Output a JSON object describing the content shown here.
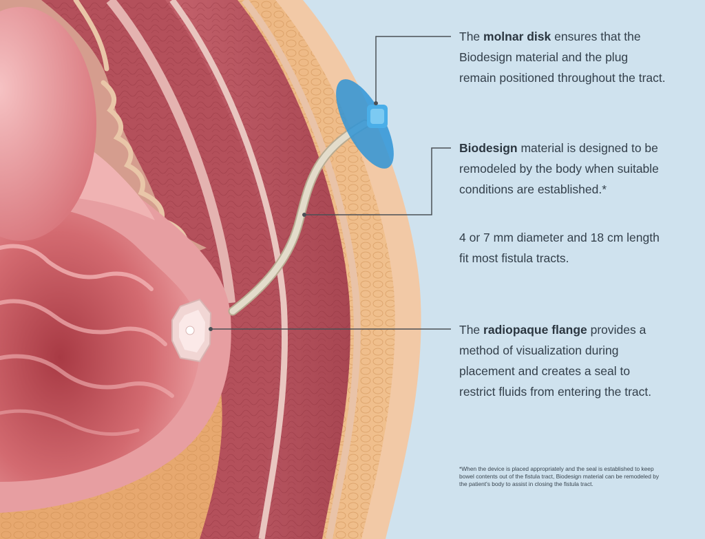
{
  "callouts": {
    "molnar": {
      "lead": "The ",
      "emph": "molnar disk",
      "rest": " ensures that the Biodesign material and the plug remain positioned throughout the tract."
    },
    "biodesign": {
      "emph": "Biodesign",
      "rest": " material is designed to be remodeled by the body when suitable conditions are established.*"
    },
    "size": {
      "text": "4 or 7 mm diameter and 18 cm length fit most fistula tracts."
    },
    "flange": {
      "lead": "The ",
      "emph": "radiopaque flange",
      "rest": " provides a method of visualization during placement and creates a seal to restrict fluids from entering the tract."
    }
  },
  "footnote": "*When the device is placed appropriately and the seal is established to keep bowel contents out of the fistula tract, Biodesign material can be remodeled by the patient's body to assist in closing the fistula tract.",
  "colors": {
    "background": "#cfe2ee",
    "muscle": "#b9505a",
    "fat": "#e8b07a",
    "skin": "#f2c9a6",
    "mucosa": "#e9959a",
    "plug": "#ddd6c4",
    "disk": "#2f94d6",
    "text": "#333f4a"
  }
}
